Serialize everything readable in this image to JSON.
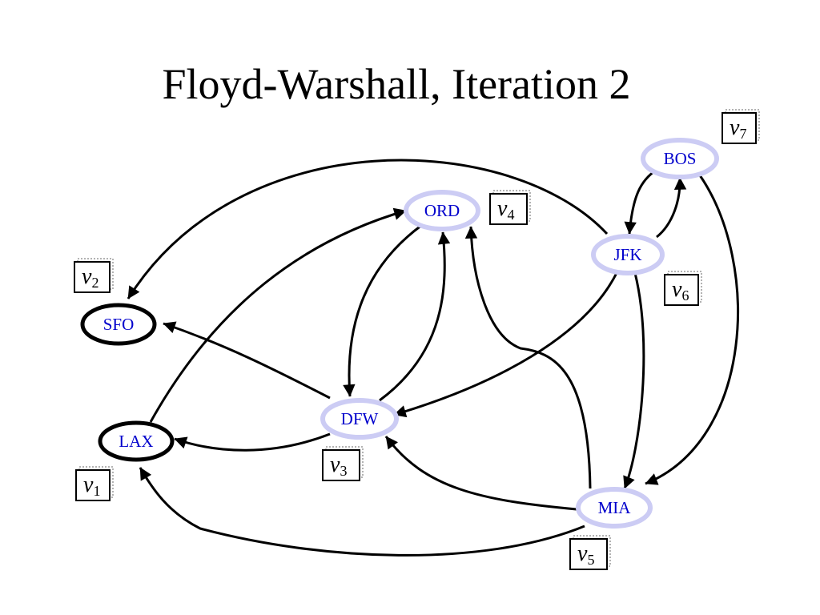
{
  "title": "Floyd-Warshall, Iteration 2",
  "colors": {
    "node_text": "#0000cc",
    "node_ring_light": "#ccccf4",
    "node_ring_dark": "#000000",
    "edge": "#000000"
  },
  "nodes": [
    {
      "id": "LAX",
      "label": "LAX",
      "vertex": "v",
      "index": "1",
      "highlighted": true
    },
    {
      "id": "SFO",
      "label": "SFO",
      "vertex": "v",
      "index": "2",
      "highlighted": true
    },
    {
      "id": "DFW",
      "label": "DFW",
      "vertex": "v",
      "index": "3",
      "highlighted": false
    },
    {
      "id": "ORD",
      "label": "ORD",
      "vertex": "v",
      "index": "4",
      "highlighted": false
    },
    {
      "id": "MIA",
      "label": "MIA",
      "vertex": "v",
      "index": "5",
      "highlighted": false
    },
    {
      "id": "JFK",
      "label": "JFK",
      "vertex": "v",
      "index": "6",
      "highlighted": false
    },
    {
      "id": "BOS",
      "label": "BOS",
      "vertex": "v",
      "index": "7",
      "highlighted": false
    }
  ],
  "edges": [
    {
      "from": "JFK",
      "to": "SFO"
    },
    {
      "from": "LAX",
      "to": "ORD"
    },
    {
      "from": "DFW",
      "to": "SFO"
    },
    {
      "from": "DFW",
      "to": "LAX"
    },
    {
      "from": "ORD",
      "to": "DFW"
    },
    {
      "from": "DFW",
      "to": "ORD"
    },
    {
      "from": "MIA",
      "to": "ORD"
    },
    {
      "from": "JFK",
      "to": "DFW"
    },
    {
      "from": "MIA",
      "to": "DFW"
    },
    {
      "from": "MIA",
      "to": "LAX"
    },
    {
      "from": "JFK",
      "to": "BOS"
    },
    {
      "from": "BOS",
      "to": "JFK"
    },
    {
      "from": "JFK",
      "to": "MIA"
    },
    {
      "from": "BOS",
      "to": "MIA"
    }
  ]
}
